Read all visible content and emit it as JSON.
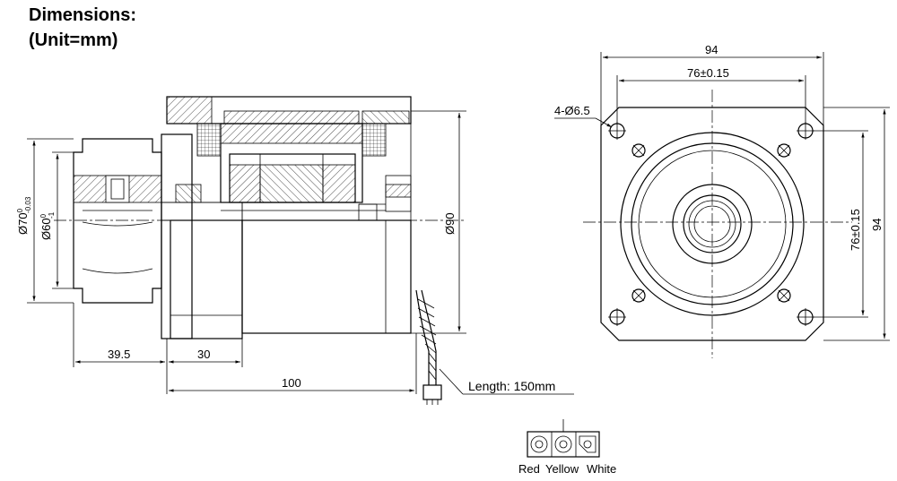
{
  "title": {
    "line1": "Dimensions:",
    "line2": "(Unit=mm)"
  },
  "side_view": {
    "dia_outer": "Ø70",
    "dia_outer_tol_upper": "0",
    "dia_outer_tol_lower": "-0.03",
    "dia_inner": "Ø60",
    "dia_inner_tol_upper": "0",
    "dia_inner_tol_lower": "-1",
    "dia_body": "Ø90",
    "len_flange": "39.5",
    "len_step": "30",
    "len_total": "100",
    "cable_length": "Length: 150mm"
  },
  "front_view": {
    "width_outer": "94",
    "hole_spacing_h": "76±0.15",
    "hole_spacing_v": "76±0.15",
    "height_outer": "94",
    "holes": "4-Ø6.5"
  },
  "connector": {
    "pin1": "Red",
    "pin2": "Yellow",
    "pin3": "White"
  }
}
